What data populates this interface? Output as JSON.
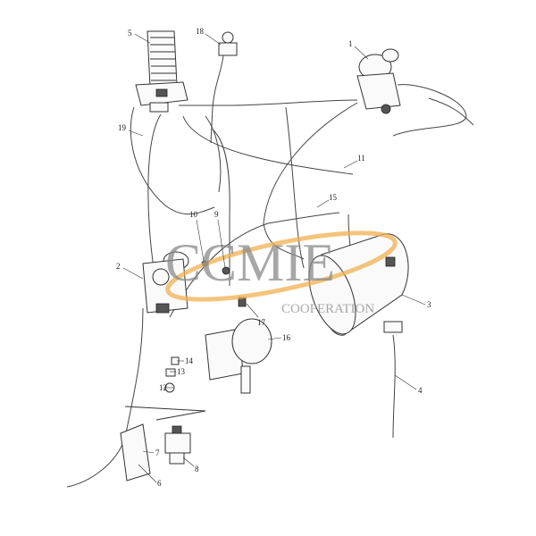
{
  "diagram": {
    "callouts": [
      {
        "id": "1",
        "label": "1"
      },
      {
        "id": "2",
        "label": "2"
      },
      {
        "id": "3",
        "label": "3"
      },
      {
        "id": "4",
        "label": "4"
      },
      {
        "id": "5",
        "label": "5"
      },
      {
        "id": "6",
        "label": "6"
      },
      {
        "id": "7",
        "label": "7"
      },
      {
        "id": "8",
        "label": "8"
      },
      {
        "id": "9",
        "label": "9"
      },
      {
        "id": "10",
        "label": "10"
      },
      {
        "id": "11",
        "label": "11"
      },
      {
        "id": "12",
        "label": "12"
      },
      {
        "id": "13",
        "label": "13"
      },
      {
        "id": "14",
        "label": "14"
      },
      {
        "id": "15",
        "label": "15"
      },
      {
        "id": "16",
        "label": "16"
      },
      {
        "id": "17",
        "label": "17"
      },
      {
        "id": "18",
        "label": "18"
      },
      {
        "id": "19",
        "label": "19"
      }
    ]
  },
  "watermark": {
    "brand": "CCMIE",
    "sub": "COOPERATION",
    "ring_color": "#f0b050"
  }
}
